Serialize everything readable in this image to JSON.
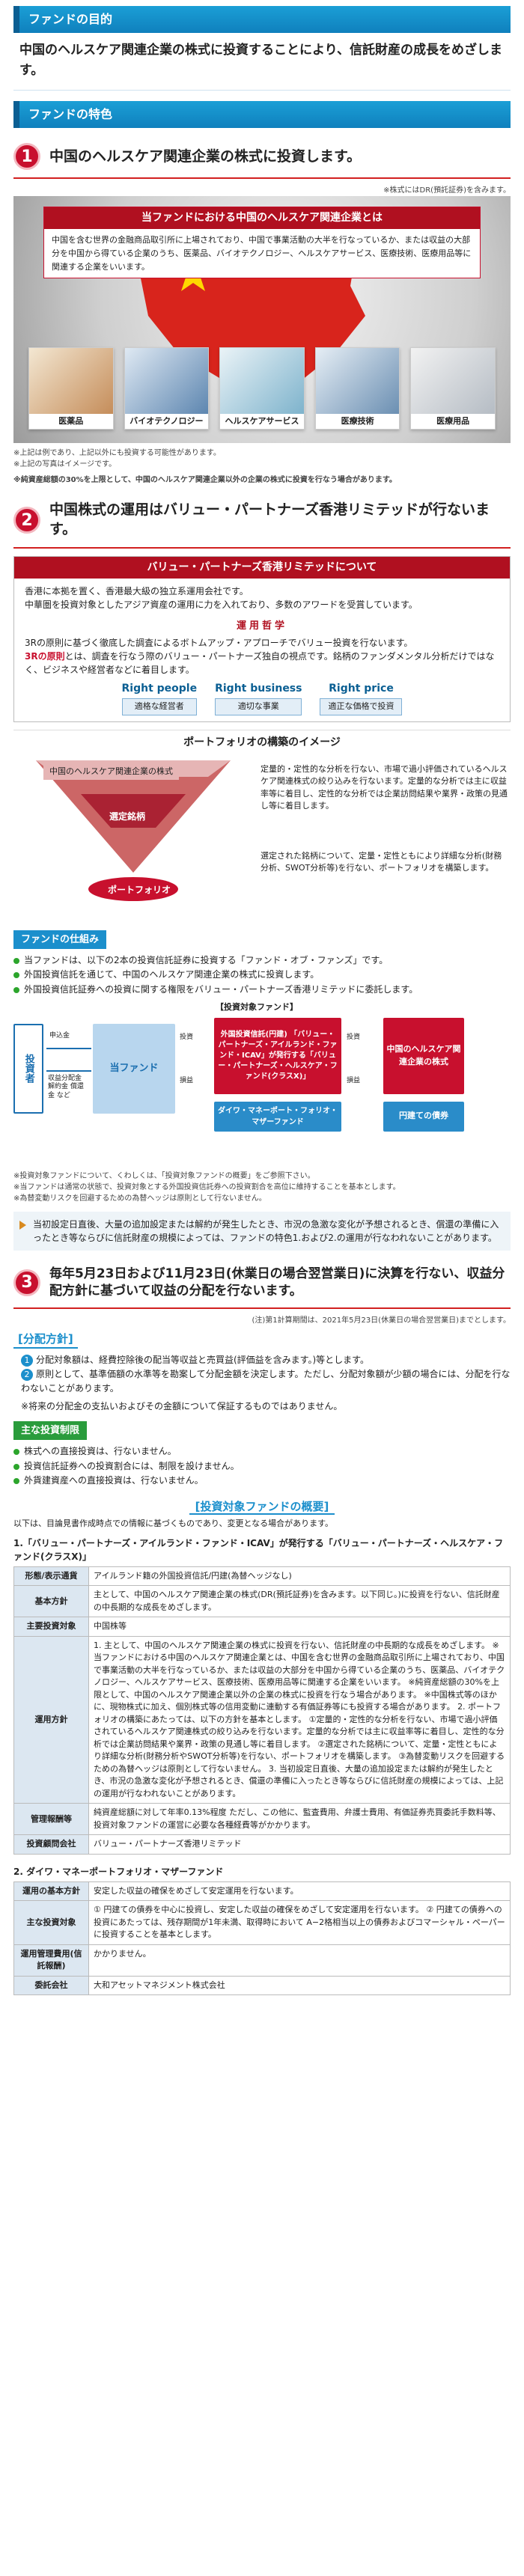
{
  "purpose": {
    "heading": "ファンドの目的",
    "text": "中国のヘルスケア関連企業の株式に投資することにより、信託財産の成長をめざします。"
  },
  "features_heading": "ファンドの特色",
  "point1": {
    "num": "1",
    "title": "中国のヘルスケア関連企業の株式に投資します。",
    "dr_note": "※株式にはDR(預託証券)を含みます。",
    "box_title": "当ファンドにおける中国のヘルスケア関連企業とは",
    "box_text": "中国を含む世界の金融商品取引所に上場されており、中国で事業活動の大半を行なっているか、または収益の大部分を中国から得ている企業のうち、医薬品、バイオテクノロジー、ヘルスケアサービス、医療技術、医療用品等に関連する企業をいいます。",
    "cards": [
      "医薬品",
      "バイオテクノロジー",
      "ヘルスケアサービス",
      "医療技術",
      "医療用品"
    ],
    "notes": [
      "※上記は例であり、上記以外にも投資する可能性があります。",
      "※上記の写真はイメージです。"
    ],
    "bottom_note": "※純資産総額の30%を上限として、中国のヘルスケア関連企業以外の企業の株式に投資を行なう場合があります。"
  },
  "point2": {
    "num": "2",
    "title": "中国株式の運用はバリュー・パートナーズ香港リミテッドが行ないます。",
    "box_title": "バリュー・パートナーズ香港リミテッドについて",
    "bullets": [
      "香港に本拠を置く、香港最大級の独立系運用会社です。",
      "中華圏を投資対象としたアジア資産の運用に力を入れており、多数のアワードを受賞しています。"
    ],
    "philosophy_label": "運用哲学",
    "philosophy_text1": "3Rの原則に基づく徹底した調査によるボトムアップ・アプローチでバリュー投資を行ないます。",
    "philosophy_text2a": "3Rの原則",
    "philosophy_text2b": "とは、調査を行なう際のバリュー・パートナーズ独自の視点です。銘柄のファンダメンタル分析だけではなく、ビジネスや経営者などに着目します。",
    "three_r": [
      {
        "title": "Right people",
        "box": "適格な経営者"
      },
      {
        "title": "Right business",
        "box": "適切な事業"
      },
      {
        "title": "Right price",
        "box": "適正な価格で投資"
      }
    ],
    "portfolio_title": "ポートフォリオの構築のイメージ",
    "tri_top": "中国のヘルスケア関連企業の株式",
    "tri_mid": "選定銘柄",
    "tri_bottom": "ポートフォリオ",
    "note_top": "定量的・定性的な分析を行ない、市場で過小評価されているヘルスケア関連株式の絞り込みを行ないます。定量的な分析では主に収益率等に着目し、定性的な分析では企業訪問結果や業界・政策の見通し等に着目します。",
    "note_bottom": "選定された銘柄について、定量・定性ともにより詳細な分析(財務分析、SWOT分析等)を行ない、ポートフォリオを構築します。"
  },
  "mechanism": {
    "heading": "ファンドの仕組み",
    "bullets": [
      "当ファンドは、以下の2本の投資信託証券に投資する「ファンド・オブ・ファンズ」です。",
      "外国投資信託を通じて、中国のヘルスケア関連企業の株式に投資します。",
      "外国投資信託証券への投資に関する権限をバリュー・パートナーズ香港リミテッドに委託します。"
    ],
    "target_label": "【投資対象ファンド】",
    "investor": "投資者",
    "this_fund": "当ファンド",
    "fund_a": "外国投資信託(円建) 「バリュー・パートナーズ・アイルランド・ファンド・ICAV」が発行する「バリュー・パートナーズ・ヘルスケア・ファンド(クラスX)」",
    "fund_b": "ダイワ・マネーポート・フォリオ・マザーファンド",
    "target_a": "中国のヘルスケア関連企業の株式",
    "target_b": "円建ての債券",
    "flow_in": "申込金",
    "flow_out": "収益分配金 解約金 償還金 など",
    "flow_invest": "投資",
    "flow_gain": "損益",
    "note1": "※投資対象ファンドについて、くわしくは、「投資対象ファンドの概要」をご参照下さい。",
    "note2": "※当ファンドは通常の状態で、投資対象とする外国投資信託券への投資割合を高位に維持することを基本とします。",
    "note3": "※為替変動リスクを回避するための為替ヘッジは原則として行ないません。"
  },
  "caution_text": "当初設定日直後、大量の追加設定または解約が発生したとき、市況の急激な変化が予想されるとき、償還の準備に入ったとき等ならびに信託財産の規模によっては、ファンドの特色1.および2.の運用が行なわれないことがあります。",
  "point3": {
    "num": "3",
    "title": "毎年5月23日および11月23日(休業日の場合翌営業日)に決算を行ない、収益分配方針に基づいて収益の分配を行ないます。",
    "note": "(注)第1計算期間は、2021年5月23日(休業日の場合翌営業日)までとします。",
    "policy_head": "[分配方針]",
    "policy": [
      "分配対象額は、経費控除後の配当等収益と売買益(評価益を含みます。)等とします。",
      "原則として、基準価額の水準等を勘案して分配金額を決定します。ただし、分配対象額が少額の場合には、分配を行なわないことがあります。"
    ],
    "policy_note": "※将来の分配金の支払いおよびその金額について保証するものではありません。",
    "limits_head": "主な投資制限",
    "limits": [
      "株式への直接投資は、行ないません。",
      "投資信託証券への投資割合には、制限を設けません。",
      "外貨建資産への直接投資は、行ないません。"
    ]
  },
  "overview": {
    "heading": "[投資対象ファンドの概要]",
    "intro": "以下は、目論見書作成時点での情報に基づくものであり、変更となる場合があります。",
    "fund1_title": "1.「バリュー・パートナーズ・アイルランド・ファンド・ICAV」が発行する「バリュー・パートナーズ・ヘルスケア・ファンド(クラスX)」",
    "fund1": [
      {
        "k": "形態/表示通貨",
        "v": "アイルランド籍の外国投資信託/円建(為替ヘッジなし)"
      },
      {
        "k": "基本方針",
        "v": "主として、中国のヘルスケア関連企業の株式(DR(預託証券)を含みます。以下同じ。)に投資を行ない、信託財産の中長期的な成長をめざします。"
      },
      {
        "k": "主要投資対象",
        "v": "中国株等"
      },
      {
        "k": "運用方針",
        "v": "1. 主として、中国のヘルスケア関連企業の株式に投資を行ない、信託財産の中長期的な成長をめざします。 ※当ファンドにおける中国のヘルスケア関連企業とは、中国を含む世界の金融商品取引所に上場されており、中国で事業活動の大半を行なっているか、または収益の大部分を中国から得ている企業のうち、医薬品、バイオテクノロジー、ヘルスケアサービス、医療技術、医療用品等に関連する企業をいいます。 ※純資産総額の30%を上限として、中国のヘルスケア関連企業以外の企業の株式に投資を行なう場合があります。 ※中国株式等のほかに、現物株式に加え、個別株式等の信用変動に連動する有価証券等にも投資する場合があります。 2. ポートフォリオの構築にあたっては、以下の方針を基本とします。 ①定量的・定性的な分析を行ない、市場で過小評価されているヘルスケア関連株式の絞り込みを行ないます。定量的な分析では主に収益率等に着目し、定性的な分析では企業訪問結果や業界・政策の見通し等に着目します。 ②選定された銘柄について、定量・定性ともにより詳細な分析(財務分析やSWOT分析等)を行ない、ポートフォリオを構築します。 ③為替変動リスクを回避するための為替ヘッジは原則として行ないません。 3. 当初設定日直後、大量の追加設定または解約が発生したとき、市況の急激な変化が予想されるとき、償還の準備に入ったとき等ならびに信託財産の規模によっては、上記の運用が行なわれないことがあります。"
      },
      {
        "k": "管理報酬等",
        "v": "純資産総額に対して年率0.13%程度 ただし、この他に、監査費用、弁護士費用、有価証券売買委託手数料等、投資対象ファンドの運営に必要な各種経費等がかかります。"
      },
      {
        "k": "投資顧問会社",
        "v": "バリュー・パートナーズ香港リミテッド"
      }
    ],
    "fund2_title": "2. ダイワ・マネーポートフォリオ・マザーファンド",
    "fund2": [
      {
        "k": "運用の基本方針",
        "v": "安定した収益の確保をめざして安定運用を行ないます。"
      },
      {
        "k": "主な投資対象",
        "v": "① 円建ての債券を中心に投資し、安定した収益の確保をめざして安定運用を行ないます。 ② 円建ての債券への投資にあたっては、残存期間が1年未満、取得時において A−2格相当以上の債券およびコマーシャル・ペーパーに投資することを基本とします。"
      },
      {
        "k": "運用管理費用(信託報酬)",
        "v": "かかりません。"
      },
      {
        "k": "委託会社",
        "v": "大和アセットマネジメント株式会社"
      }
    ]
  },
  "colors": {
    "accent_blue": "#1b9fd6",
    "accent_red": "#c8102e"
  }
}
